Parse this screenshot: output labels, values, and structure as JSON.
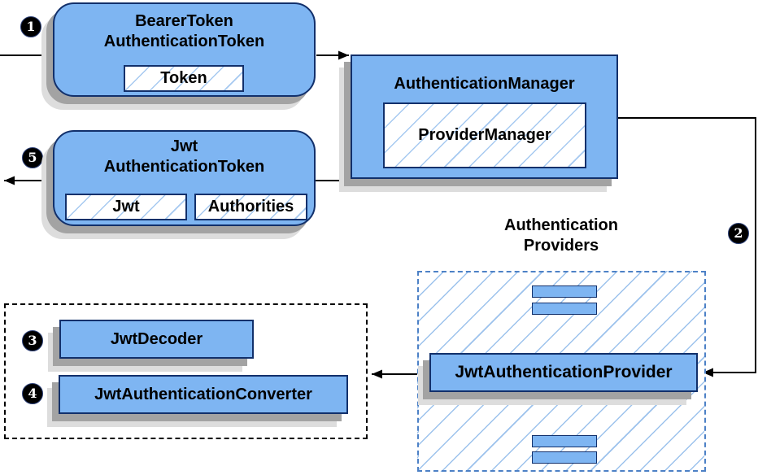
{
  "diagram": {
    "steps": {
      "s1": "1",
      "s2": "2",
      "s3": "3",
      "s4": "4",
      "s5": "5"
    },
    "nodes": {
      "bearer": {
        "line1": "BearerToken",
        "line2": "AuthenticationToken",
        "token": "Token"
      },
      "manager": {
        "title": "AuthenticationManager",
        "inner": "ProviderManager"
      },
      "jwt": {
        "line1": "Jwt",
        "line2": "AuthenticationToken",
        "jwt": "Jwt",
        "authorities": "Authorities"
      },
      "providers": {
        "heading1": "Authentication",
        "heading2": "Providers",
        "provider": "JwtAuthenticationProvider"
      },
      "resolvers": {
        "decoder": "JwtDecoder",
        "converter": "JwtAuthenticationConverter"
      }
    },
    "colors": {
      "node_fill": "#7EB5F2",
      "node_border": "#12306B",
      "hatch_line": "#A6C9F0",
      "providers_dash_border": "#4D81C6",
      "resolver_dash_border": "#000000",
      "connector": "#000000",
      "shadow_dark": "#A3A3A3",
      "shadow_light": "#DDDDDD",
      "badge_bg": "#000000",
      "badge_text": "#FFFFFF"
    }
  }
}
